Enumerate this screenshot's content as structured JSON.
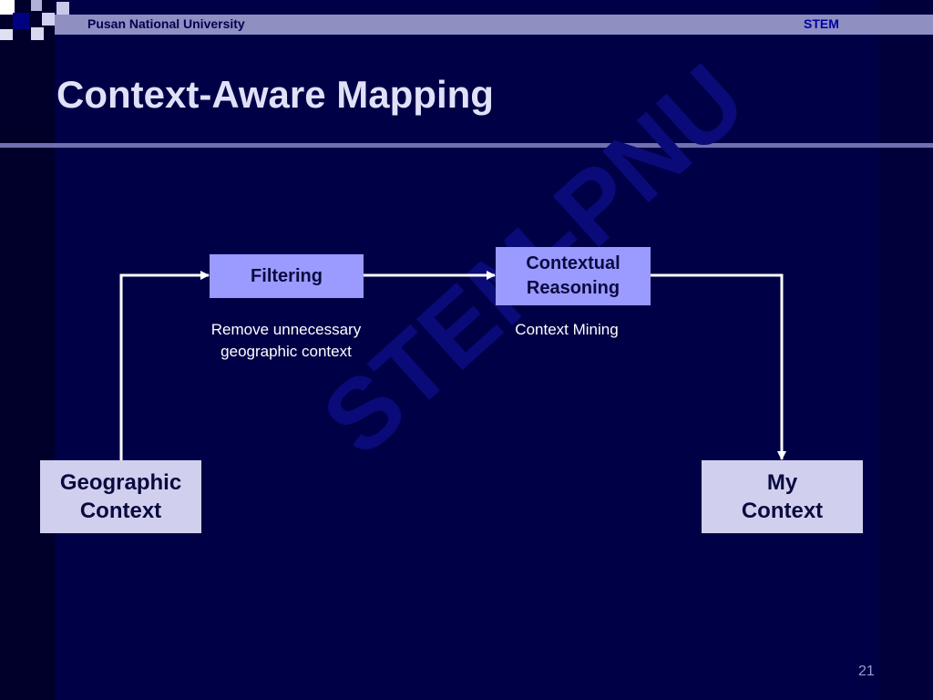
{
  "header": {
    "institution": "Pusan National University",
    "program": "STEM"
  },
  "slide": {
    "title": "Context-Aware Mapping",
    "page_number": "21",
    "watermark": "STEM-PNU"
  },
  "diagram": {
    "nodes": {
      "filtering": "Filtering",
      "contextual_reasoning": "Contextual Reasoning",
      "geographic_context": "Geographic Context",
      "my_context": "My Context"
    },
    "captions": {
      "filtering_line1": "Remove unnecessary",
      "filtering_line2": "geographic context",
      "contextual_reasoning": "Context Mining"
    }
  },
  "colors": {
    "background": "#000040",
    "header_bar": "#8f8fc2",
    "process_box": "#9a9aff",
    "terminal_box": "#d0d0ee"
  }
}
